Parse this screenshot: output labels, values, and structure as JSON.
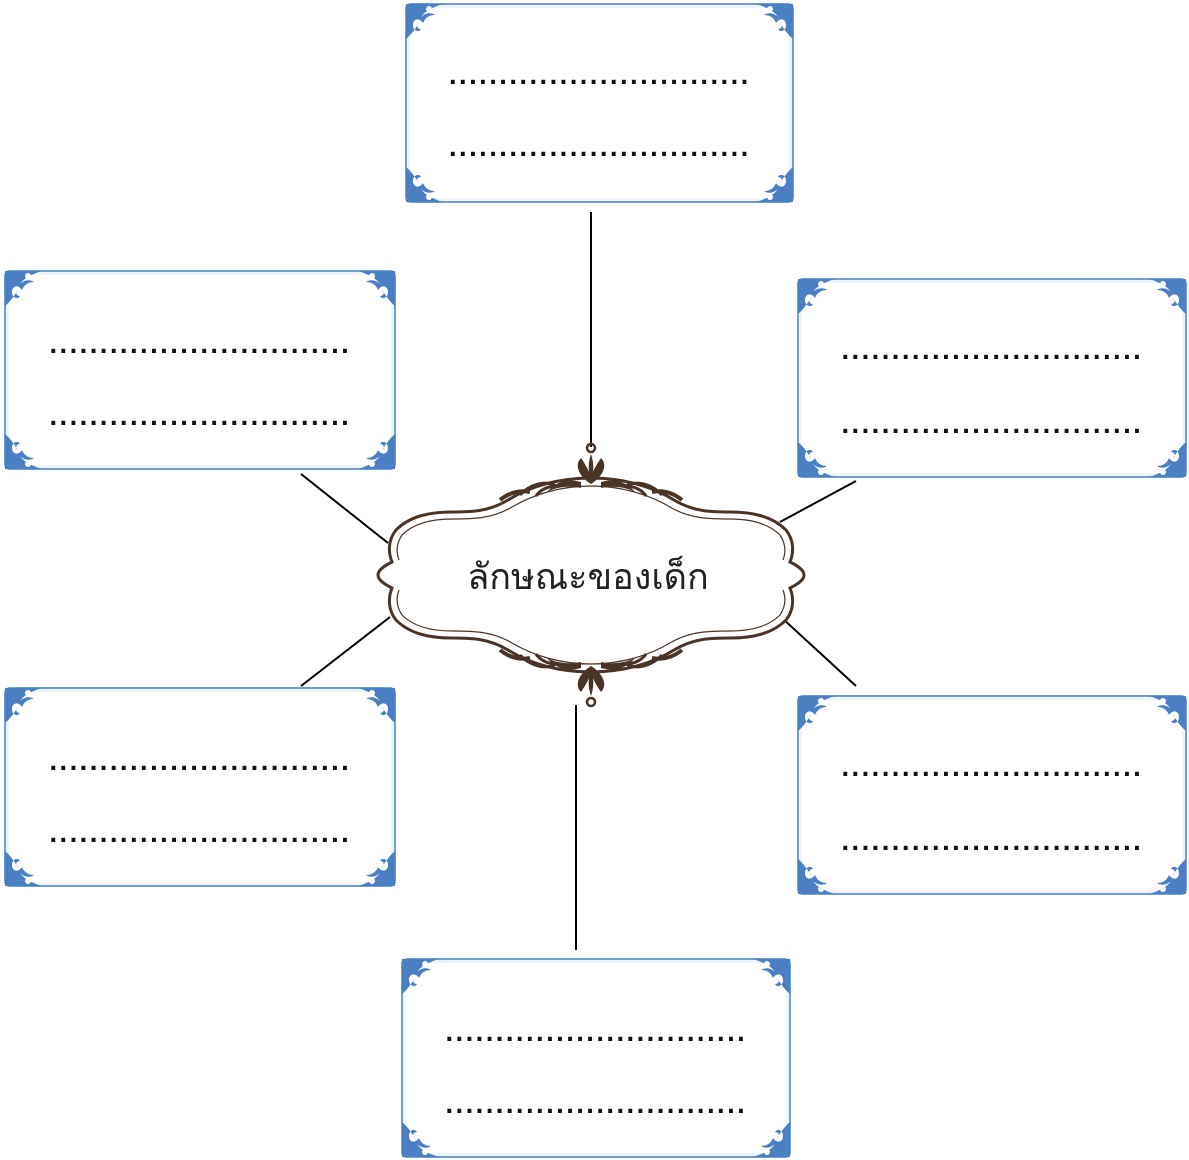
{
  "center": {
    "title": "ลักษณะของเด็ก"
  },
  "boxes": [
    {
      "id": "top",
      "line1": "..............................",
      "line2": ".............................."
    },
    {
      "id": "upper-left",
      "line1": "..............................",
      "line2": ".............................."
    },
    {
      "id": "upper-right",
      "line1": "..............................",
      "line2": ".............................."
    },
    {
      "id": "lower-left",
      "line1": "..............................",
      "line2": ".............................."
    },
    {
      "id": "lower-right",
      "line1": "..............................",
      "line2": ".............................."
    },
    {
      "id": "bottom",
      "line1": "..............................",
      "line2": ".............................."
    }
  ],
  "colors": {
    "frame": "#6f9fd6",
    "ornament": "#4a7fc4",
    "centerFrame": "#4a3427",
    "connector": "#000000"
  }
}
